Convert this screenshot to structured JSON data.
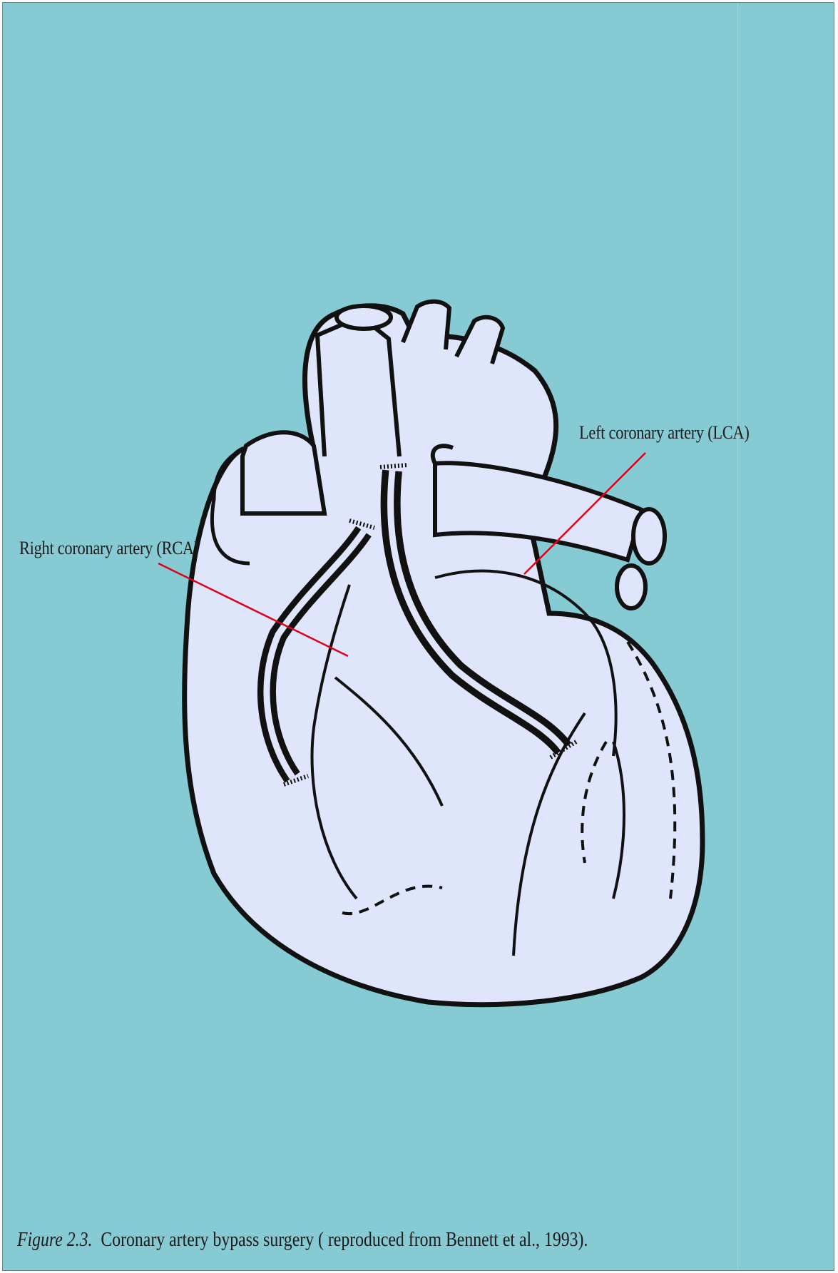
{
  "labels": {
    "lca": "Left coronary artery (LCA)",
    "rca": "Right coronary artery (RCA)"
  },
  "caption": {
    "figure_ref": "Figure 2.3.",
    "text": "Coronary artery bypass surgery ( reproduced from Bennett et al., 1993)."
  },
  "colors": {
    "background": "#86cbd4",
    "heart_fill": "#dfe5fa",
    "outline": "#111111",
    "pointer_line": "#e0001a"
  }
}
